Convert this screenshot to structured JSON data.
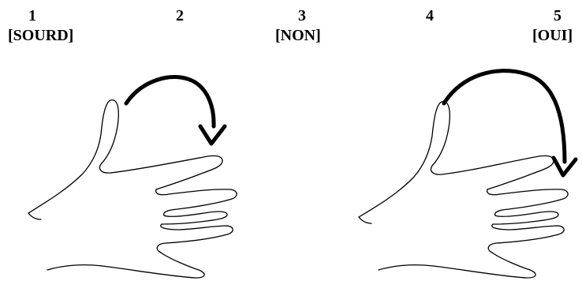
{
  "segments": [
    {
      "number": "1",
      "gloss": "[SOURD]"
    },
    {
      "number": "2",
      "gloss": ""
    },
    {
      "number": "3",
      "gloss": "[NON]"
    },
    {
      "number": "4",
      "gloss": ""
    },
    {
      "number": "5",
      "gloss": "[OUI]"
    }
  ],
  "figures": [
    {
      "icon": "hand-with-arc-arrow-icon"
    },
    {
      "icon": "hand-with-arc-arrow-icon"
    }
  ]
}
